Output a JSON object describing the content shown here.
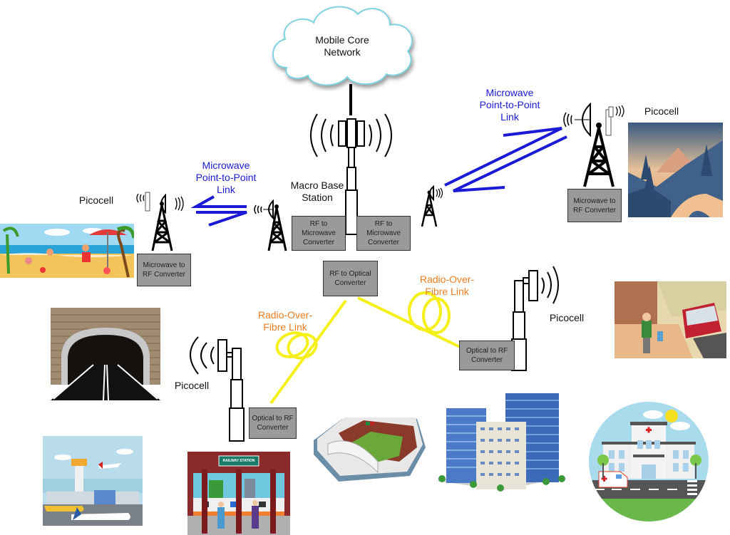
{
  "core": {
    "label_line1": "Mobile Core",
    "label_line2": "Network"
  },
  "macro": {
    "label_line1": "Macro Base",
    "label_line2": "Station"
  },
  "converters": {
    "rf_mw_left": {
      "line1": "RF to",
      "line2": "Microwave",
      "line3": "Converter"
    },
    "rf_mw_right": {
      "line1": "RF to",
      "line2": "Microwave",
      "line3": "Converter"
    },
    "rf_optical": {
      "line1": "RF to Optical",
      "line2": "Converter"
    },
    "mw_rf_left": {
      "line1": "Microwave to",
      "line2": "RF Converter"
    },
    "mw_rf_right": {
      "line1": "Microwave to",
      "line2": "RF Converter"
    },
    "opt_rf_right": {
      "line1": "Optical to RF",
      "line2": "Converter"
    },
    "opt_rf_left": {
      "line1": "Optical to RF",
      "line2": "Converter"
    }
  },
  "links": {
    "mw_left": {
      "line1": "Microwave",
      "line2": "Point-to-Point",
      "line3": "Link",
      "color": "#1a1ad6"
    },
    "mw_right": {
      "line1": "Microwave",
      "line2": "Point-to-Point",
      "line3": "Link",
      "color": "#1a1ad6"
    },
    "rof_left": {
      "line1": "Radio-Over-",
      "line2": "Fibre Link",
      "color": "#ef7d22"
    },
    "rof_right": {
      "line1": "Radio-Over-",
      "line2": "Fibre Link",
      "color": "#ef7d22"
    },
    "fibre_color": "#f5ef1a"
  },
  "picocells": {
    "left": "Picocell",
    "right": "Picocell",
    "mid_right": "Picocell",
    "lower_left": "Picocell"
  },
  "scenes": [
    "beach",
    "mountain-road",
    "tunnel",
    "railway-platform",
    "airport",
    "railway-station",
    "stadium",
    "office-buildings",
    "hospital"
  ],
  "scene_signs": {
    "railway_station": "RAILWAY STATION"
  }
}
